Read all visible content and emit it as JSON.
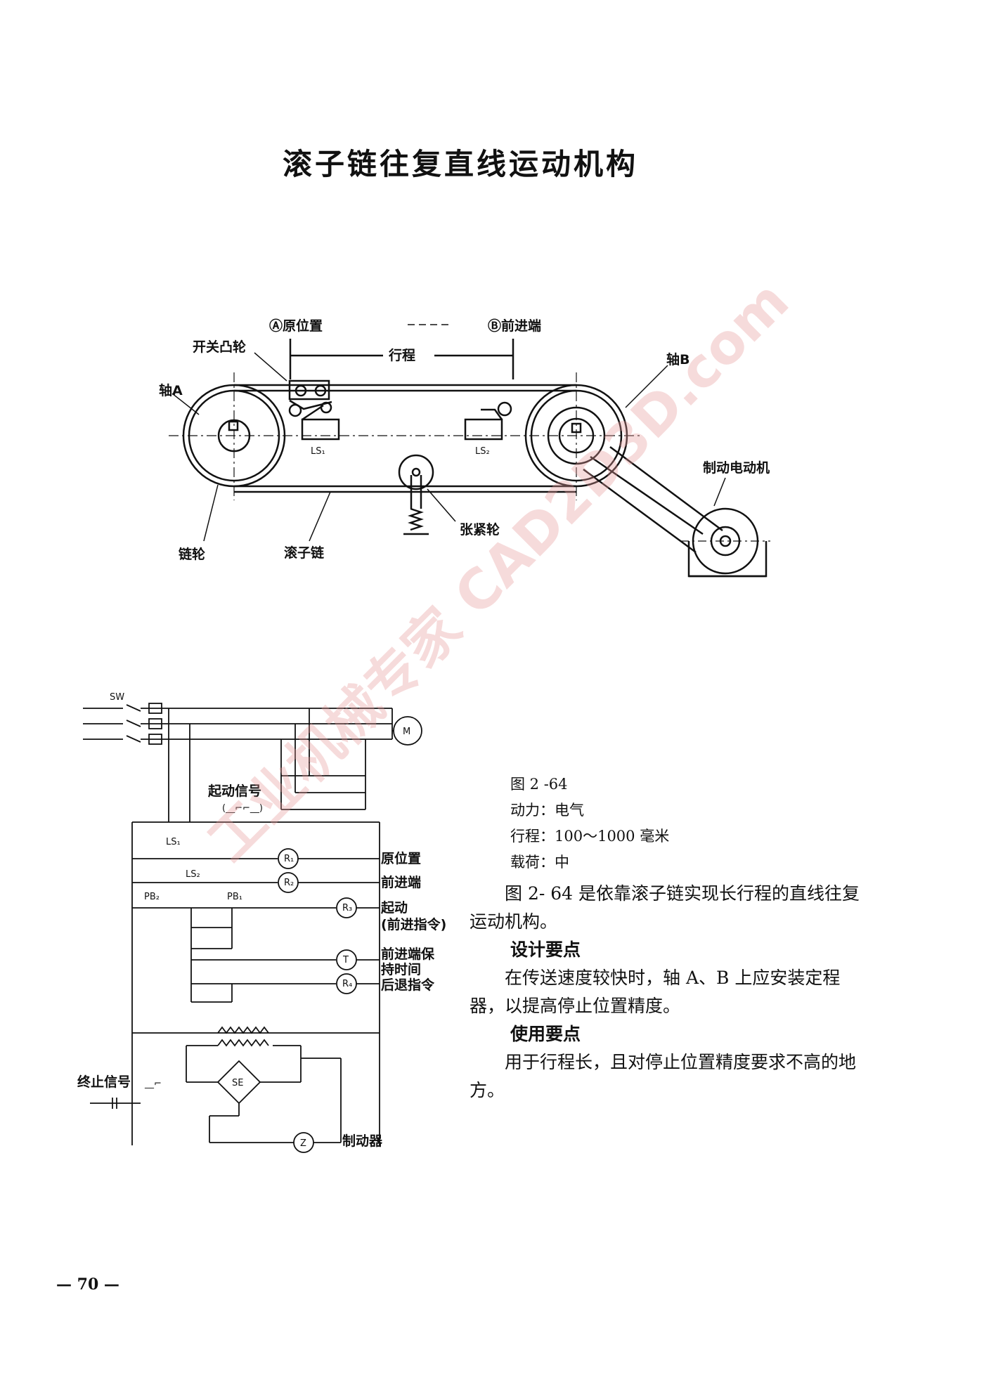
{
  "title": "滚子链往复直线运动机构",
  "mechanism_labels": {
    "origin": "Ⓐ原位置",
    "forward_end": "Ⓑ前进端",
    "stroke": "行程",
    "switch_cam": "开关凸轮",
    "shaft_a": "轴A",
    "shaft_b": "轴B",
    "ls1": "LS₁",
    "ls2": "LS₂",
    "brake_motor": "制动电动机",
    "tension_wheel": "张紧轮",
    "sprocket": "链轮",
    "roller_chain": "滚子链"
  },
  "circuit_labels": {
    "sw": "SW",
    "motor": "M",
    "start_signal": "起动信号",
    "start_signal_pulse": "(__⌐⌐__)",
    "ls1": "LS₁",
    "ls2": "LS₂",
    "pb2": "PB₂",
    "pb1": "PB₁",
    "r1": "R₁",
    "r2": "R₂",
    "r3": "R₃",
    "r4": "R₄",
    "timer": "T",
    "se": "SE",
    "z": "Z",
    "origin_position": "原位置",
    "forward_end": "前进端",
    "start": "起动",
    "start_forward_cmd": "(前进指令)",
    "forward_hold_1": "前进端保",
    "forward_hold_2": "持时间",
    "back_cmd": "后退指令",
    "stop_signal": "终止信号",
    "stop_signal_pulse": "__⌐",
    "brake": "制动器"
  },
  "watermark": "工业机械专家 CAD2D3D.com",
  "caption": {
    "figure": "图 2 -64",
    "power": "动力：电气",
    "stroke": "行程：100～1000 毫米",
    "load": "载荷：中"
  },
  "body": {
    "intro": "图 2- 64 是依靠滚子链实现长行程的直线往复运动机构。",
    "design_heading": "设计要点",
    "design_text": "在传送速度较快时，轴 A、B 上应安装定程器，以提高停止位置精度。",
    "use_heading": "使用要点",
    "use_text": "用于行程长，且对停止位置精度要求不高的地方。"
  },
  "page_number": "— 70 —"
}
